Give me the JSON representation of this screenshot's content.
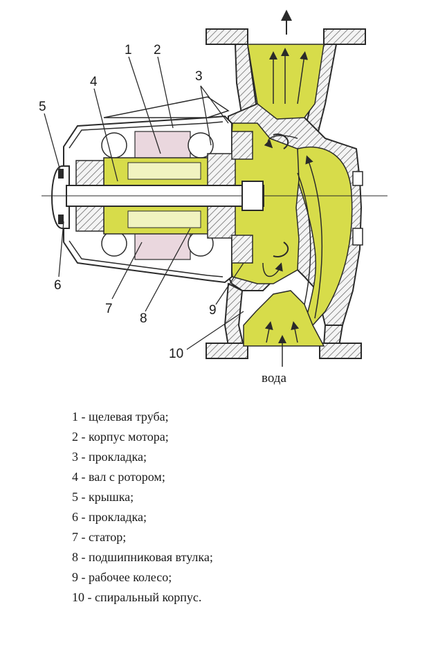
{
  "diagram": {
    "callouts": [
      "1",
      "2",
      "3",
      "4",
      "5",
      "6",
      "7",
      "8",
      "9",
      "10"
    ],
    "water_label": "вода",
    "colors": {
      "fluid": "#d7dc4a",
      "metal_hatch": "#6e6e6e",
      "outline": "#2a2a2a",
      "stator_pink": "#ead7de",
      "rotor_highlight": "#f1f3c0"
    }
  },
  "legend": [
    {
      "num": "1",
      "text": " - щелевая труба;"
    },
    {
      "num": "2",
      "text": " - корпус мотора;"
    },
    {
      "num": "3",
      "text": " - прокладка;"
    },
    {
      "num": "4",
      "text": " - вал с ротором;"
    },
    {
      "num": "5",
      "text": " - крышка;"
    },
    {
      "num": "6",
      "text": " - прокладка;"
    },
    {
      "num": "7",
      "text": " - статор;"
    },
    {
      "num": "8",
      "text": " - подшипниковая втулка;"
    },
    {
      "num": "9",
      "text": " - рабочее колесо;"
    },
    {
      "num": "10",
      "text": " - спиральный корпус."
    }
  ]
}
